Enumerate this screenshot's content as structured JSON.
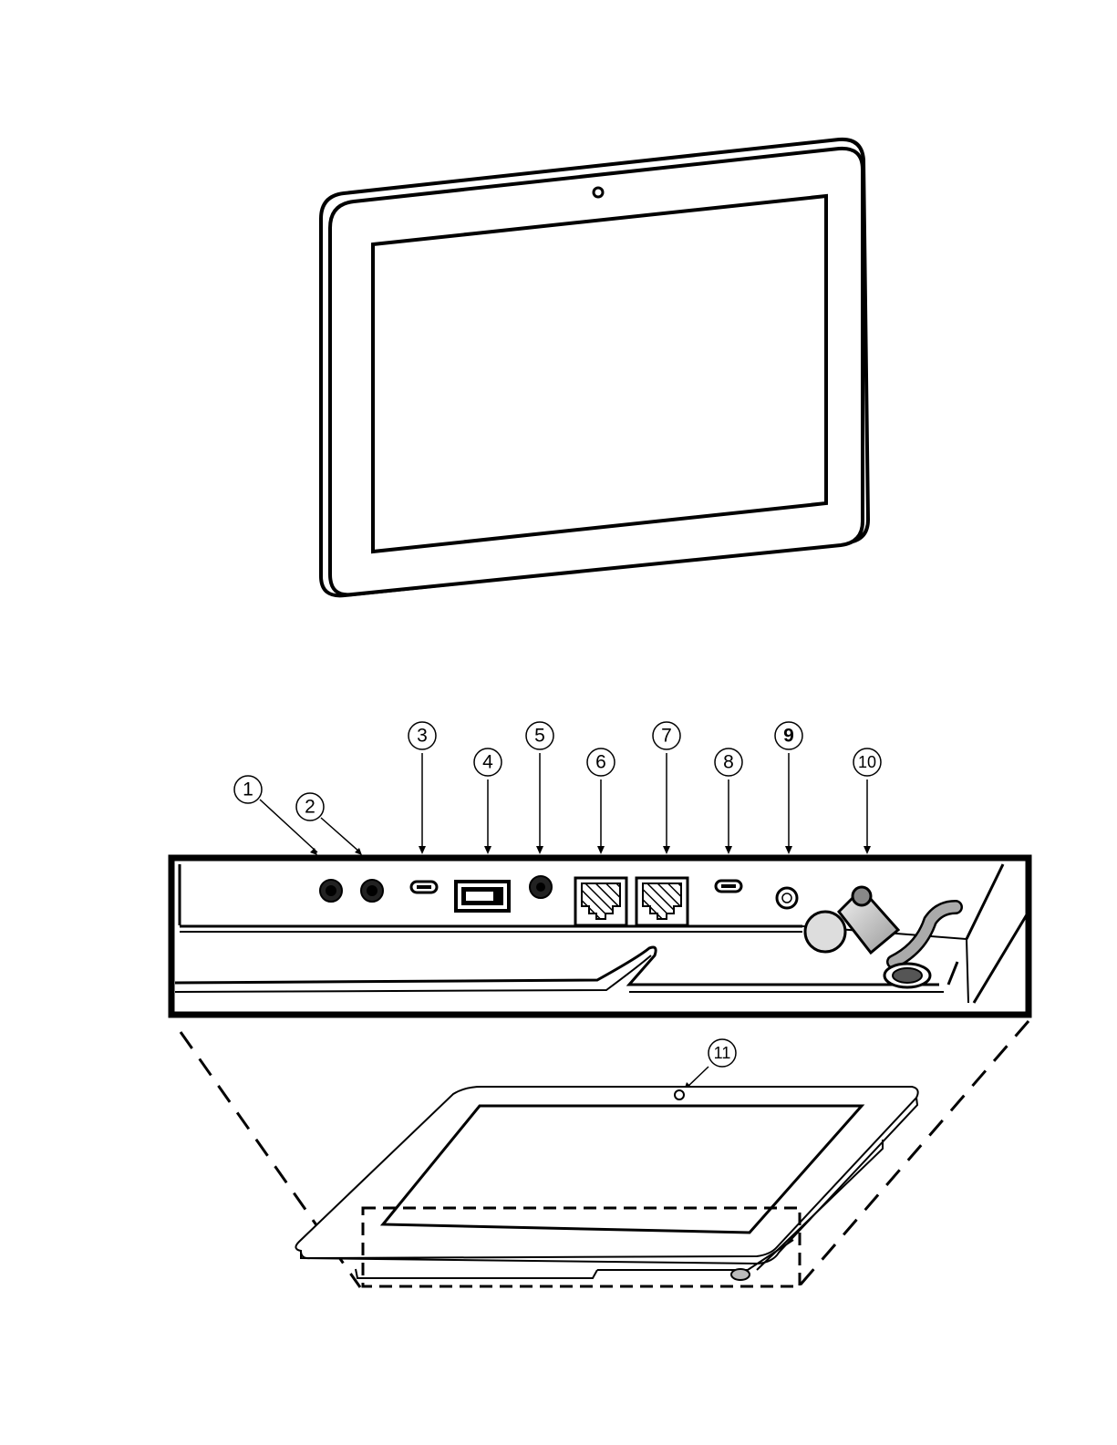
{
  "callouts": [
    {
      "id": "1",
      "label": "1"
    },
    {
      "id": "2",
      "label": "2"
    },
    {
      "id": "3",
      "label": "3"
    },
    {
      "id": "4",
      "label": "4"
    },
    {
      "id": "5",
      "label": "5"
    },
    {
      "id": "6",
      "label": "6"
    },
    {
      "id": "7",
      "label": "7"
    },
    {
      "id": "8",
      "label": "8"
    },
    {
      "id": "9",
      "label": "9"
    },
    {
      "id": "10",
      "label": "10"
    },
    {
      "id": "11",
      "label": "11"
    }
  ],
  "parts": {
    "tablet_front": "tablet-front-view",
    "connector_panel": "connector-panel-detail",
    "tablet_angled": "tablet-angled-view"
  }
}
